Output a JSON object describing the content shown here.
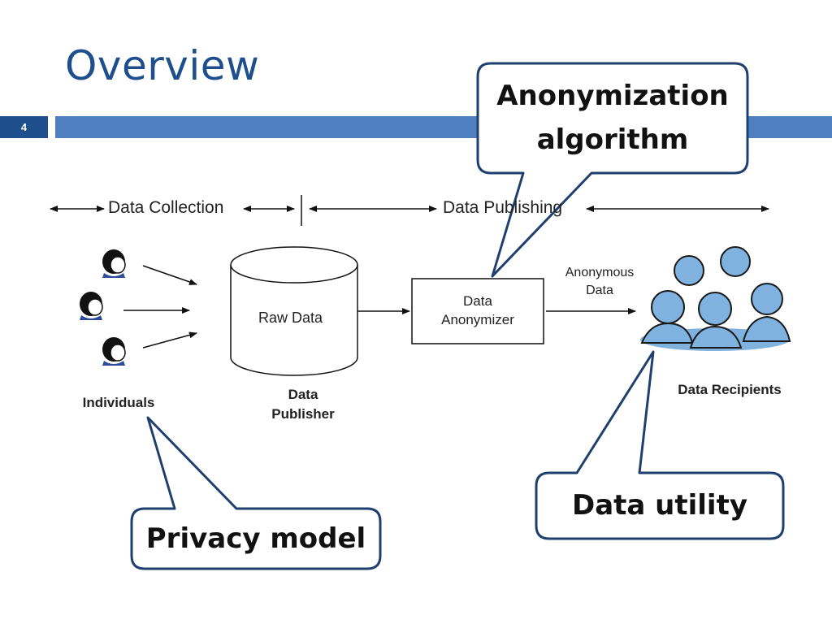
{
  "slide": {
    "title": "Overview",
    "number": "4"
  },
  "phases": {
    "collection": "Data Collection",
    "publishing": "Data Publishing"
  },
  "diagram": {
    "raw_data": "Raw Data",
    "anonymizer_line1": "Data",
    "anonymizer_line2": "Anonymizer",
    "anonymous_line1": "Anonymous",
    "anonymous_line2": "Data",
    "individuals": "Individuals",
    "publisher_line1": "Data",
    "publisher_line2": "Publisher",
    "recipients": "Data Recipients"
  },
  "callouts": {
    "anonymization_line1": "Anonymization",
    "anonymization_line2": "algorithm",
    "privacy_model": "Privacy model",
    "data_utility": "Data utility"
  },
  "colors": {
    "title": "#1F4E8C",
    "bar_dark": "#1F4E8C",
    "bar_light": "#4F7FBF",
    "callout_border": "#1F3F6E",
    "people_fill": "#7FB2DE"
  }
}
